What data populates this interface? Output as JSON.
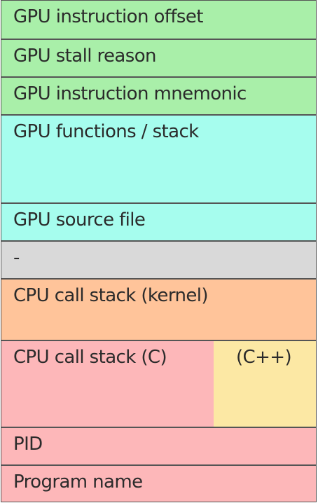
{
  "colors": {
    "green": "#a9efa9",
    "cyan": "#a6fdee",
    "gray": "#d9d9d9",
    "orange": "#ffc49a",
    "pink": "#fdb7b9",
    "yellow": "#fce8a4",
    "border": "#555555"
  },
  "rows": {
    "gpu_instruction_offset": "GPU instruction offset",
    "gpu_stall_reason": "GPU stall reason",
    "gpu_instruction_mnemonic": "GPU instruction mnemonic",
    "gpu_functions_stack": "GPU functions / stack",
    "gpu_source_file": "GPU source file",
    "separator": "-",
    "cpu_call_stack_kernel": "CPU call stack (kernel)",
    "cpu_call_stack_c": "CPU call stack (C)",
    "cpu_call_stack_cpp": "(C++)",
    "pid": "PID",
    "program_name": "Program name"
  }
}
